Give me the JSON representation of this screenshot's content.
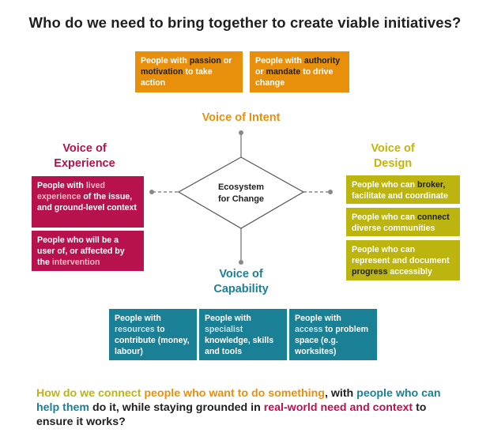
{
  "title": "Who do we need to bring together to create viable initiatives?",
  "center": {
    "line1": "Ecosystem",
    "line2": "for Change"
  },
  "intent": {
    "heading": "Voice of Intent",
    "boxes": [
      {
        "segments": [
          {
            "text": "People with ",
            "hl": false
          },
          {
            "text": "passion",
            "hl": true
          },
          {
            "text": " or ",
            "hl": false
          },
          {
            "text": "motivation",
            "hl": true
          },
          {
            "text": " to take action",
            "hl": false
          }
        ]
      },
      {
        "segments": [
          {
            "text": "People with ",
            "hl": false
          },
          {
            "text": "authority",
            "hl": true
          },
          {
            "text": " or ",
            "hl": false
          },
          {
            "text": "mandate",
            "hl": true
          },
          {
            "text": " to drive change",
            "hl": false
          }
        ]
      }
    ]
  },
  "experience": {
    "heading_line1": "Voice of",
    "heading_line2": "Experience",
    "boxes": [
      {
        "segments": [
          {
            "text": "People with ",
            "hl": false
          },
          {
            "text": "lived",
            "hl": true
          },
          {
            "text": " experience ",
            "hl": true
          },
          {
            "text": "of the issue, and ground-level context",
            "hl": false
          }
        ]
      },
      {
        "segments": [
          {
            "text": "People who will be a user of, or affected by the ",
            "hl": false
          },
          {
            "text": "intervention",
            "hl": true
          }
        ]
      }
    ]
  },
  "design": {
    "heading_line1": "Voice of",
    "heading_line2": "Design",
    "boxes": [
      {
        "segments": [
          {
            "text": "People who can ",
            "hl": false
          },
          {
            "text": "broker,",
            "hl": true
          },
          {
            "text": " facilitate and coordinate",
            "hl": false
          }
        ]
      },
      {
        "segments": [
          {
            "text": "People who can ",
            "hl": false
          },
          {
            "text": "connect",
            "hl": true
          },
          {
            "text": " diverse communities",
            "hl": false
          }
        ]
      },
      {
        "segments": [
          {
            "text": "People who can represent and document ",
            "hl": false
          },
          {
            "text": "progress",
            "hl": true
          },
          {
            "text": " accessibly",
            "hl": false
          }
        ]
      }
    ]
  },
  "capability": {
    "heading_line1": "Voice of",
    "heading_line2": "Capability",
    "boxes": [
      {
        "segments": [
          {
            "text": "People with ",
            "hl": false
          },
          {
            "text": "resources",
            "hl": true
          },
          {
            "text": " to contribute (money, labour)",
            "hl": false
          }
        ]
      },
      {
        "segments": [
          {
            "text": "People with ",
            "hl": false
          },
          {
            "text": "specialist",
            "hl": true
          },
          {
            "text": " knowledge, skills and tools",
            "hl": false
          }
        ]
      },
      {
        "segments": [
          {
            "text": "People with ",
            "hl": false
          },
          {
            "text": "access",
            "hl": true
          },
          {
            "text": " to problem space (e.g. worksites)",
            "hl": false
          }
        ]
      }
    ]
  },
  "question": {
    "segments": [
      {
        "text": "How do we connect ",
        "color": "olive"
      },
      {
        "text": "people who want to do something",
        "color": "orange"
      },
      {
        "text": ", with ",
        "color": "dark"
      },
      {
        "text": "people who can help them",
        "color": "teal"
      },
      {
        "text": " do it, while staying grounded in ",
        "color": "dark"
      },
      {
        "text": "real-world need and context",
        "color": "crimson"
      },
      {
        "text": " to ensure it works?",
        "color": "dark"
      }
    ]
  },
  "colors": {
    "orange": "#e8900c",
    "crimson": "#b8124e",
    "olive": "#bcb50f",
    "teal": "#1a8096",
    "dark": "#1f1f1f",
    "orange_hl": "#1f1f1f",
    "crimson_hl": "#f3b6c4",
    "olive_hl": "#1f1f1f",
    "teal_hl": "#bfe5ee",
    "connector": "#888888"
  }
}
